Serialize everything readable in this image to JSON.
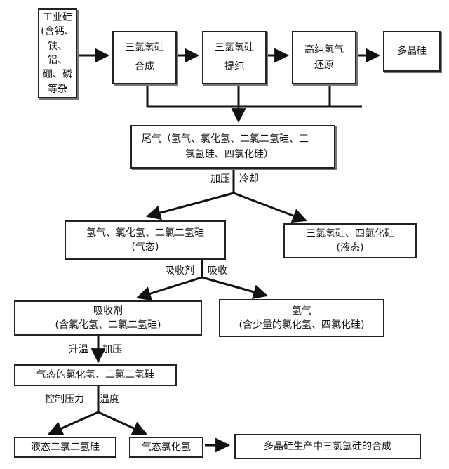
{
  "nodes": {
    "industrial_silicon": [
      "工业硅",
      "(含钙、",
      "铁、铝、",
      "硼、磷",
      "等杂"
    ],
    "synthesis": [
      "三氯氢硅",
      "合成"
    ],
    "purification": [
      "三氯氢硅",
      "提纯"
    ],
    "reduction": [
      "高纯氢气",
      "还原"
    ],
    "polysilicon": "多晶硅",
    "tail_gas": [
      "尾气（氢气、氯化氢、二氯二氢硅、三",
      "氯氢硅、四氯化硅）"
    ],
    "gas_mix": [
      "氢气、氯化氢、二氯二氢硅",
      "(气态)"
    ],
    "liquid_mix": [
      "三氯氢硅、四氯化硅",
      "(液态)"
    ],
    "absorbent": [
      "吸收剂",
      "(含氯化氢、二氯二氢硅)"
    ],
    "hydrogen": [
      "氢气",
      "(含少量的氯化氢、四氯化硅)"
    ],
    "gaseous_hcl_dcs": "气态的氯化氢、二氯二氢硅",
    "liquid_dcs": "液态二氯二氢硅",
    "gaseous_hcl": "气态氯化氢",
    "final": "多晶硅生产中三氯氢硅的合成"
  },
  "labels": {
    "pressurize": "加压",
    "cool": "冷却",
    "absorbent_in": "吸收剂",
    "absorb": "吸收",
    "heat": "升温",
    "pressurize2": "加压",
    "control_pressure": "控制压力",
    "temperature": "温度"
  }
}
